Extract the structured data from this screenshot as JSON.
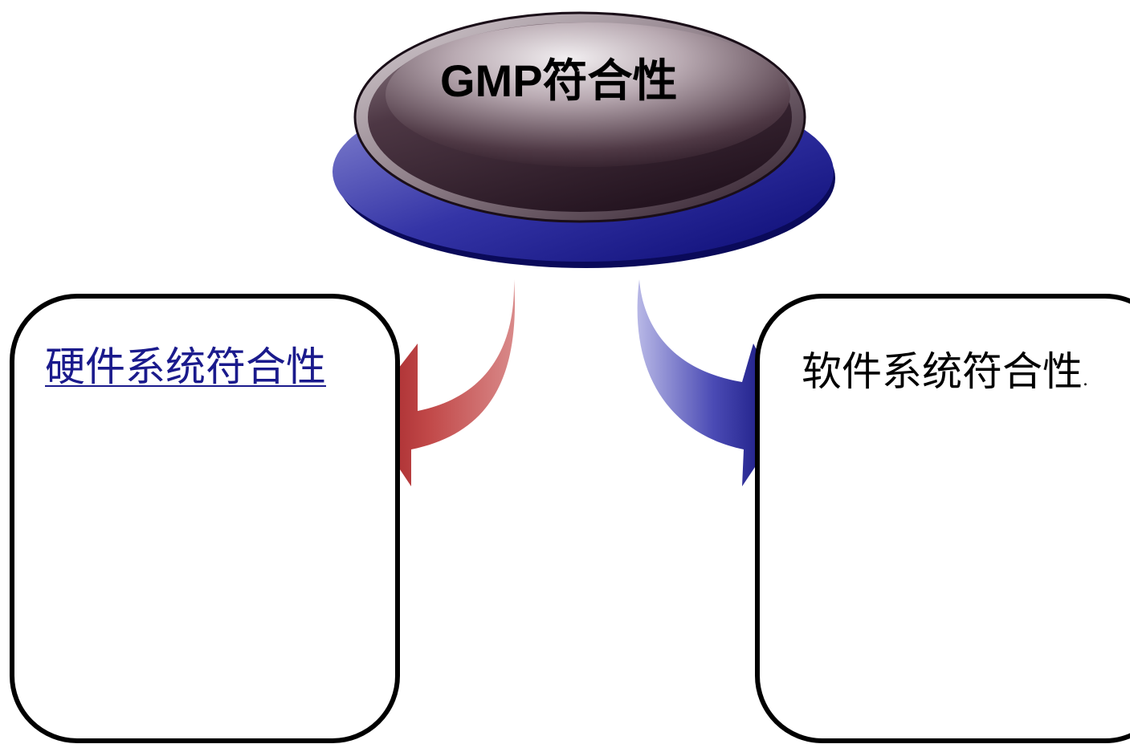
{
  "center_node": {
    "label": "GMP符合性"
  },
  "branches": [
    {
      "label": "硬件系统符合性",
      "style": "hyperlink",
      "arrow_direction": "left",
      "arrow_color": "#a52a2a"
    },
    {
      "label": "软件系统符合性",
      "trailing_text": ".",
      "arrow_direction": "right",
      "arrow_color": "#0a0a7a"
    }
  ],
  "colors": {
    "disc_base": "#1f1f8f",
    "disc_top": "#4a3340",
    "link": "#1a1a8c",
    "box_border": "#000000"
  }
}
